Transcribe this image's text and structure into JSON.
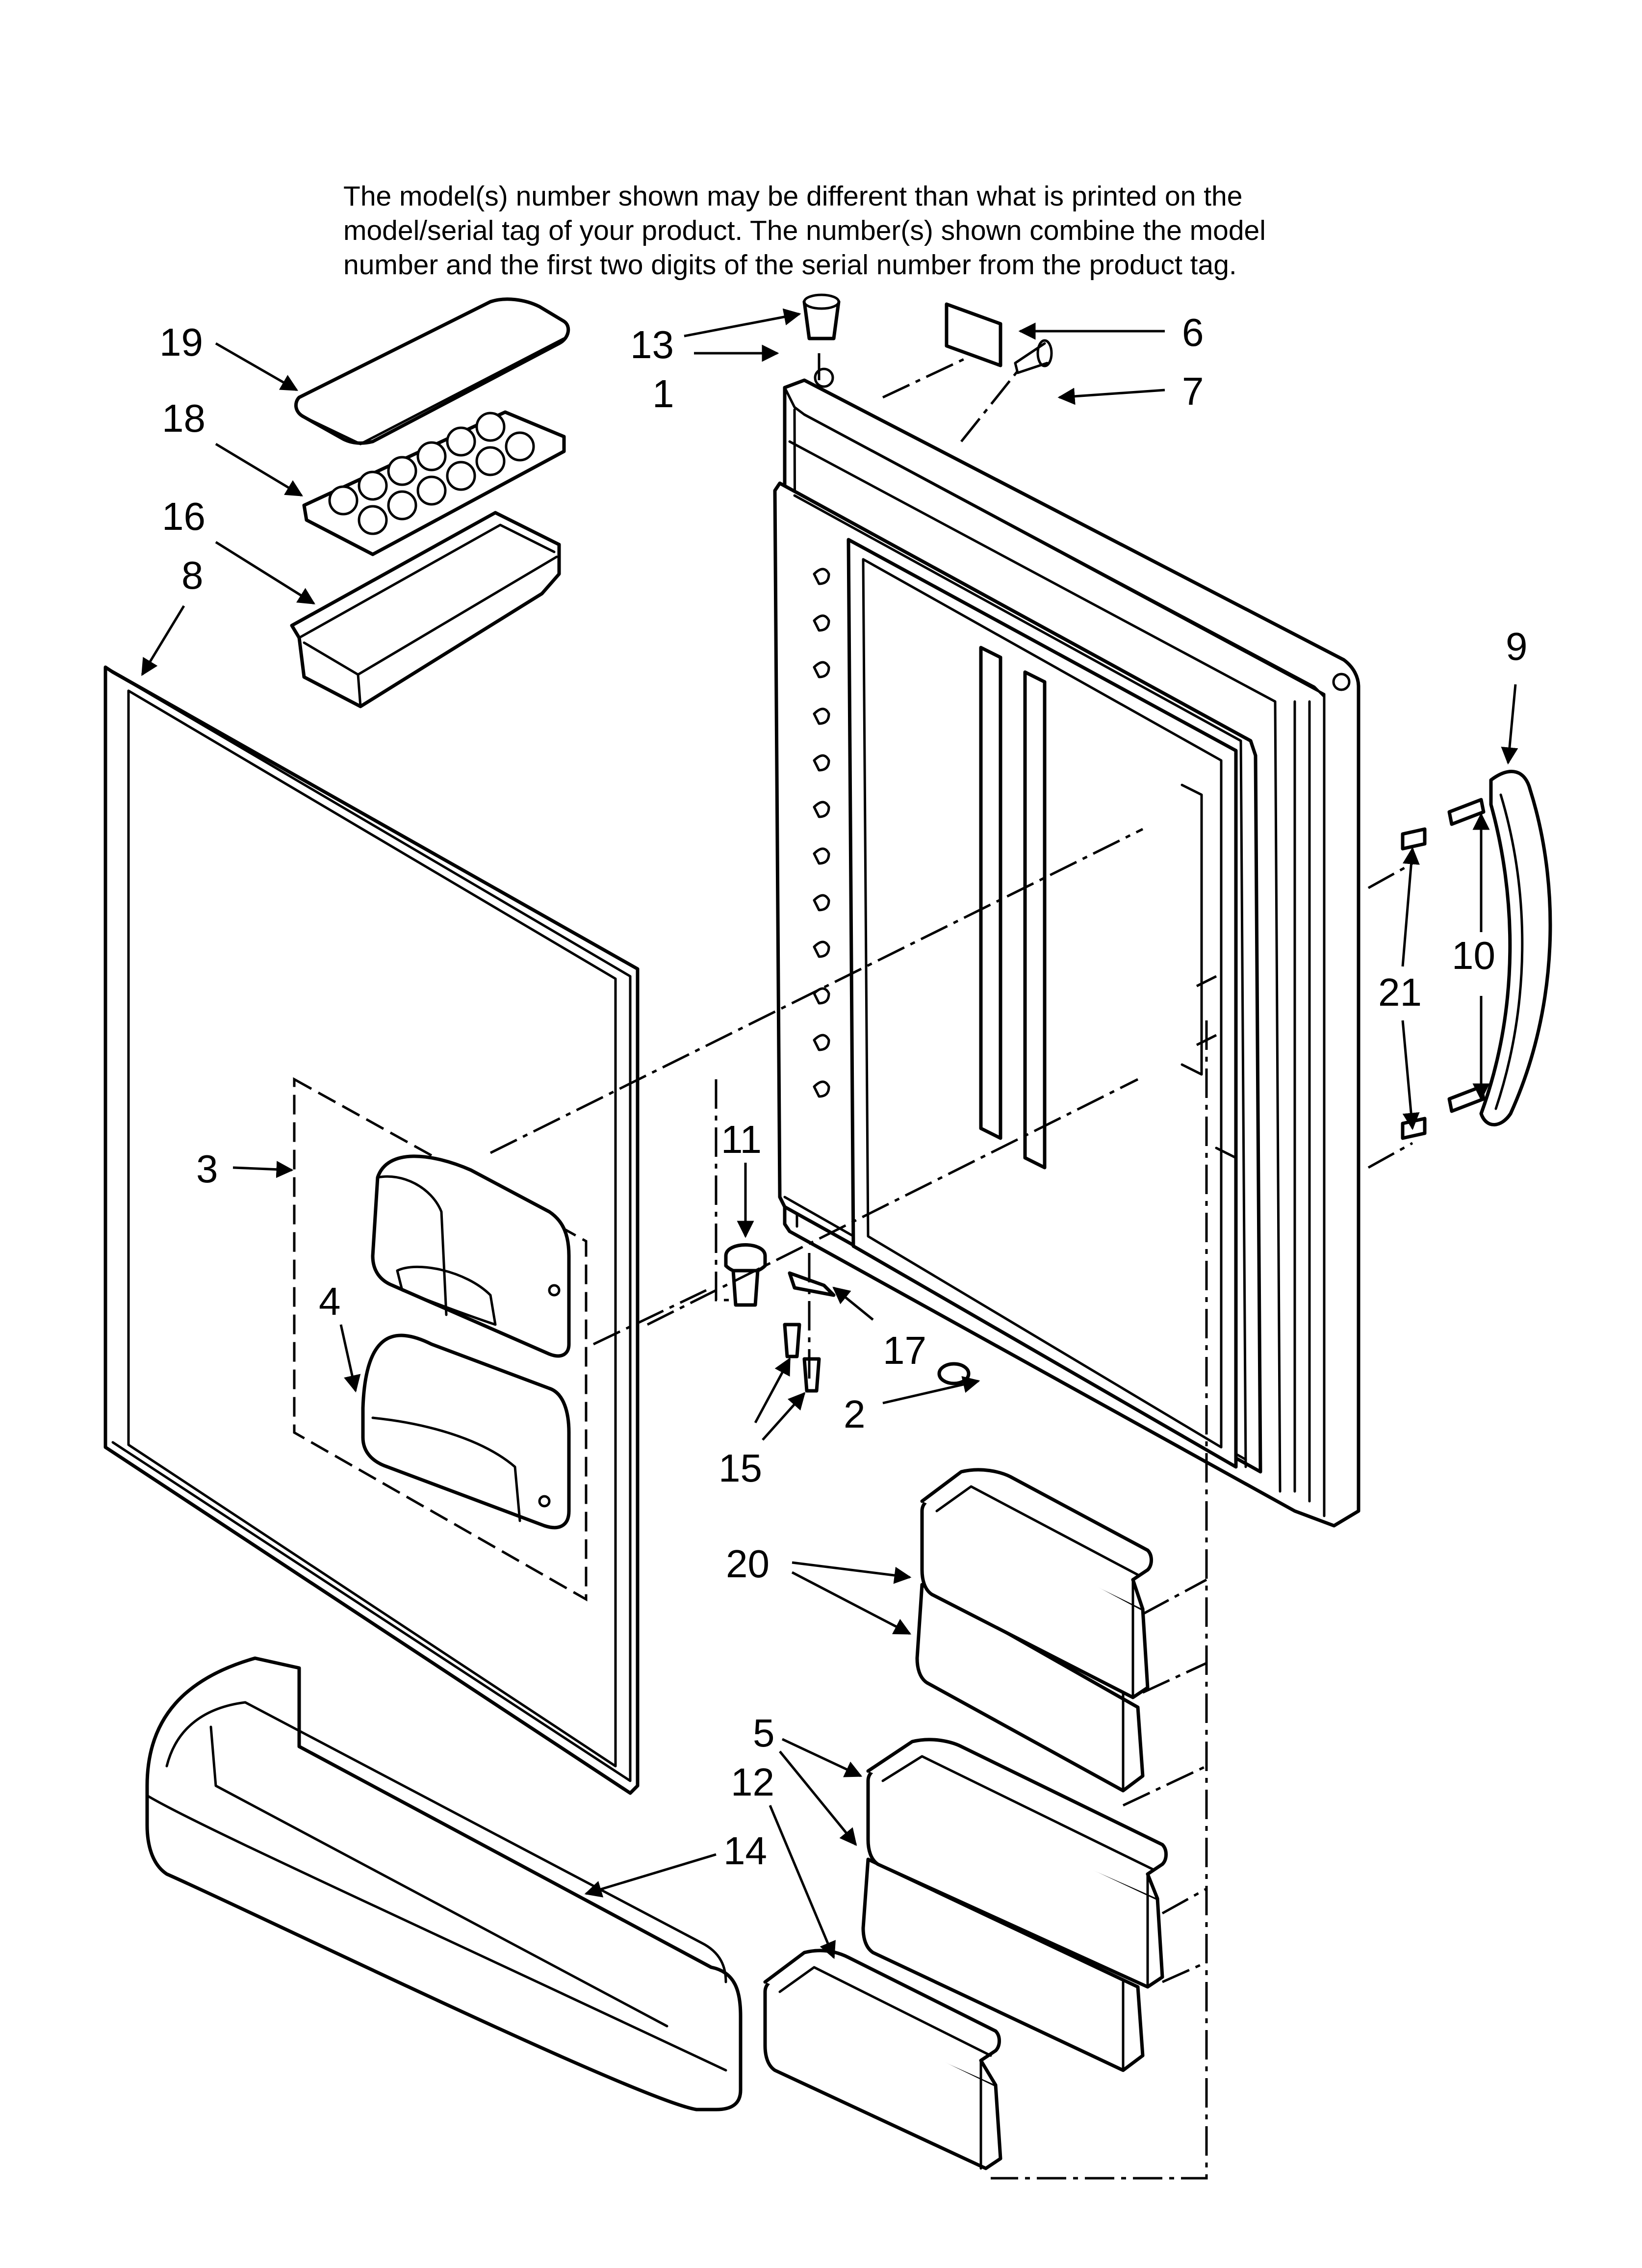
{
  "note": {
    "lines": [
      "The model(s) number shown may be different than what is printed on the",
      "model/serial tag of your product. The number(s) shown combine the model",
      "number and the first two digits of the serial number from the product tag."
    ]
  },
  "callouts": {
    "c1": "1",
    "c2": "2",
    "c3": "3",
    "c4": "4",
    "c5": "5",
    "c6": "6",
    "c7": "7",
    "c8": "8",
    "c9": "9",
    "c10": "10",
    "c11": "11",
    "c12": "12",
    "c13": "13",
    "c14": "14",
    "c15": "15",
    "c16": "16",
    "c17": "17",
    "c18": "18",
    "c19": "19",
    "c20": "20",
    "c21": "21"
  }
}
